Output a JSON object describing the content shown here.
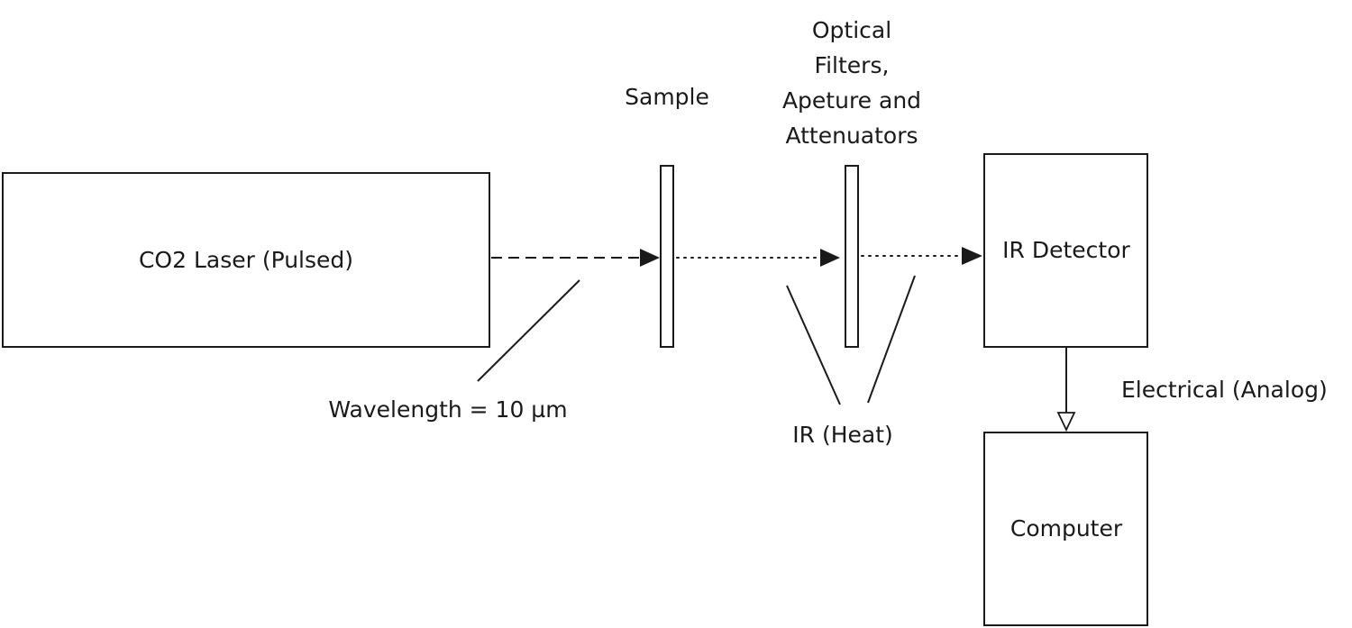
{
  "components": {
    "laser": "CO2 Laser (Pulsed)",
    "sample": "Sample",
    "filters_lines": [
      "Optical",
      "Filters,",
      "Apeture and",
      "Attenuators"
    ],
    "detector": "IR Detector",
    "computer": "Computer"
  },
  "annotations": {
    "wavelength": "Wavelength = 10 µm",
    "ir_heat": "IR (Heat)",
    "electrical": "Electrical (Analog)"
  },
  "beams": {
    "laser_to_sample": "dashed",
    "sample_to_filters": "dotted",
    "filters_to_detector": "dotted",
    "detector_to_computer": "solid"
  }
}
